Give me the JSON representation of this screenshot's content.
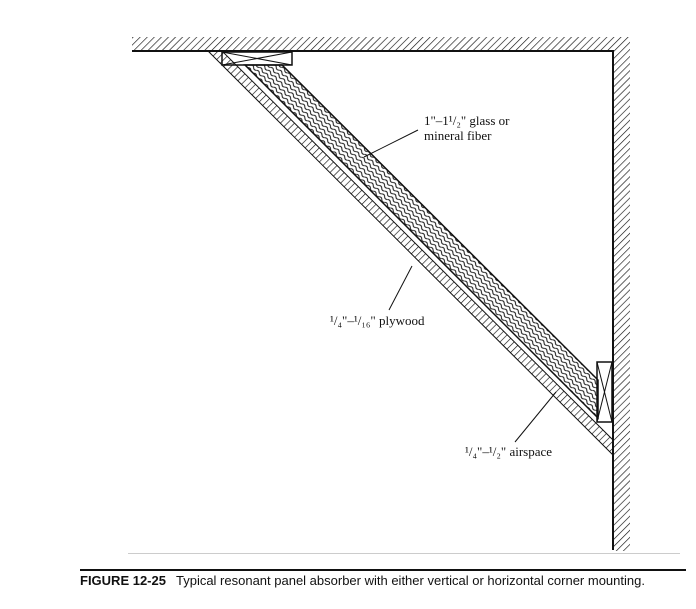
{
  "labels": {
    "fiber_line1": "1\"–1¹/₂\" glass or",
    "fiber_line2": "mineral fiber",
    "plywood": "¹/₄\"–¹/₁₆\" plywood",
    "airspace": "¹/₄\"–¹/₂\" airspace"
  },
  "caption": {
    "figure_number": "FIGURE 12-25",
    "text": "Typical resonant panel absorber with either vertical or horizontal corner mounting."
  }
}
